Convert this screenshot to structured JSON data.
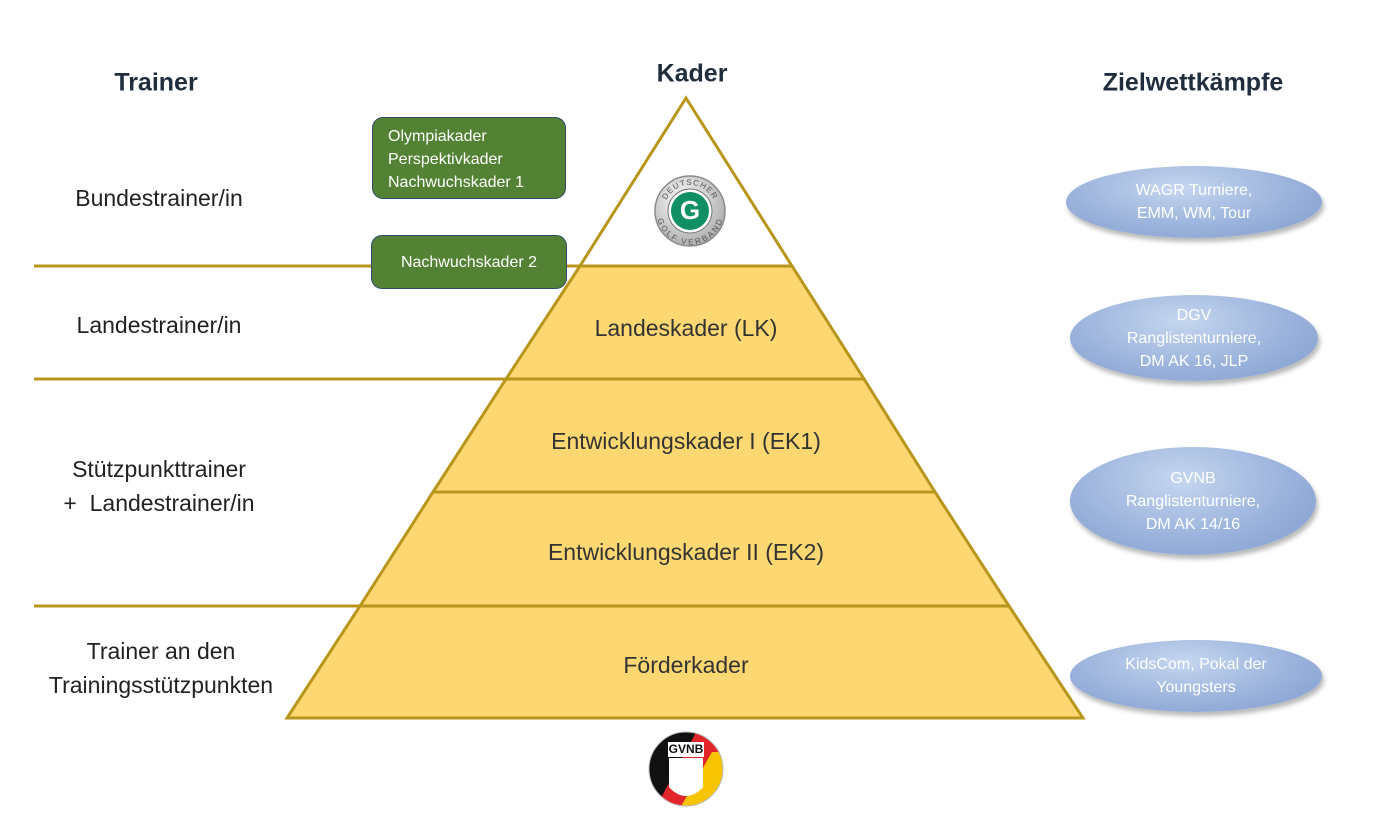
{
  "headers": {
    "trainer": "Trainer",
    "kader": "Kader",
    "zielwettkaempfe": "Zielwettkämpfe"
  },
  "trainer_levels": [
    {
      "lines": [
        "Bundestrainer/in"
      ]
    },
    {
      "lines": [
        "Landestrainer/in"
      ]
    },
    {
      "lines": [
        "Stützpunkttrainer",
        "+  Landestrainer/in"
      ]
    },
    {
      "lines": [
        "Trainer an den",
        "Trainingsstützpunkten"
      ]
    }
  ],
  "pyramid_levels": [
    "Landeskader (LK)",
    "Entwicklungskader I (EK1)",
    "Entwicklungskader II (EK2)",
    "Förderkader"
  ],
  "top_boxes": {
    "bundeskader": [
      "Olympiakader",
      "Perspektivkader",
      "Nachwuchskader 1"
    ],
    "nachwuchskader2": "Nachwuchskader 2"
  },
  "target_competitions": [
    {
      "lines": [
        "WAGR Turniere,",
        "EMM, WM, Tour"
      ]
    },
    {
      "lines": [
        "DGV",
        "Ranglistenturniere,",
        "DM AK 16, JLP"
      ]
    },
    {
      "lines": [
        "GVNB",
        "Ranglistenturniere,",
        "DM AK 14/16"
      ]
    },
    {
      "lines": [
        "KidsCom, Pokal der",
        "Youngsters"
      ]
    }
  ],
  "logos": {
    "dgv_letter": "G",
    "dgv_text_top": "DEUTSCHER",
    "dgv_text_bottom": "GOLF VERBAND",
    "gvnb_text": "GVNB"
  },
  "colors": {
    "pyramid_fill": "#fcd772",
    "pyramid_stroke": "#b8961c",
    "divider": "#b8961c",
    "green_box": "#548235",
    "target_ellipse": "#9bb3dc"
  }
}
